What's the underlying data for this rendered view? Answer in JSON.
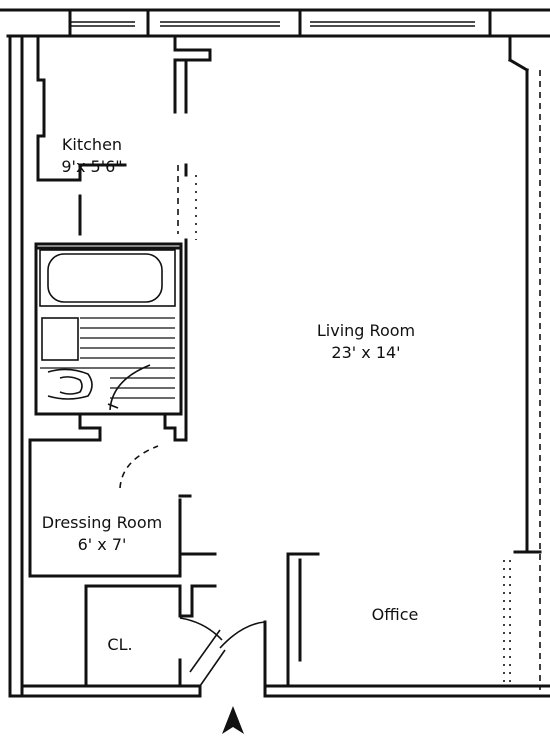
{
  "rooms": {
    "kitchen": {
      "name": "Kitchen",
      "size": "9'x 5'6\""
    },
    "living": {
      "name": "Living Room",
      "size": "23' x 14'"
    },
    "dressing": {
      "name": "Dressing Room",
      "size": "6' x 7'"
    },
    "office": {
      "name": "Office"
    },
    "closet": {
      "name": "CL."
    }
  },
  "colors": {
    "ink": "#111111",
    "paper": "#ffffff"
  },
  "icons": {
    "entrance": "entrance-arrow-icon"
  }
}
